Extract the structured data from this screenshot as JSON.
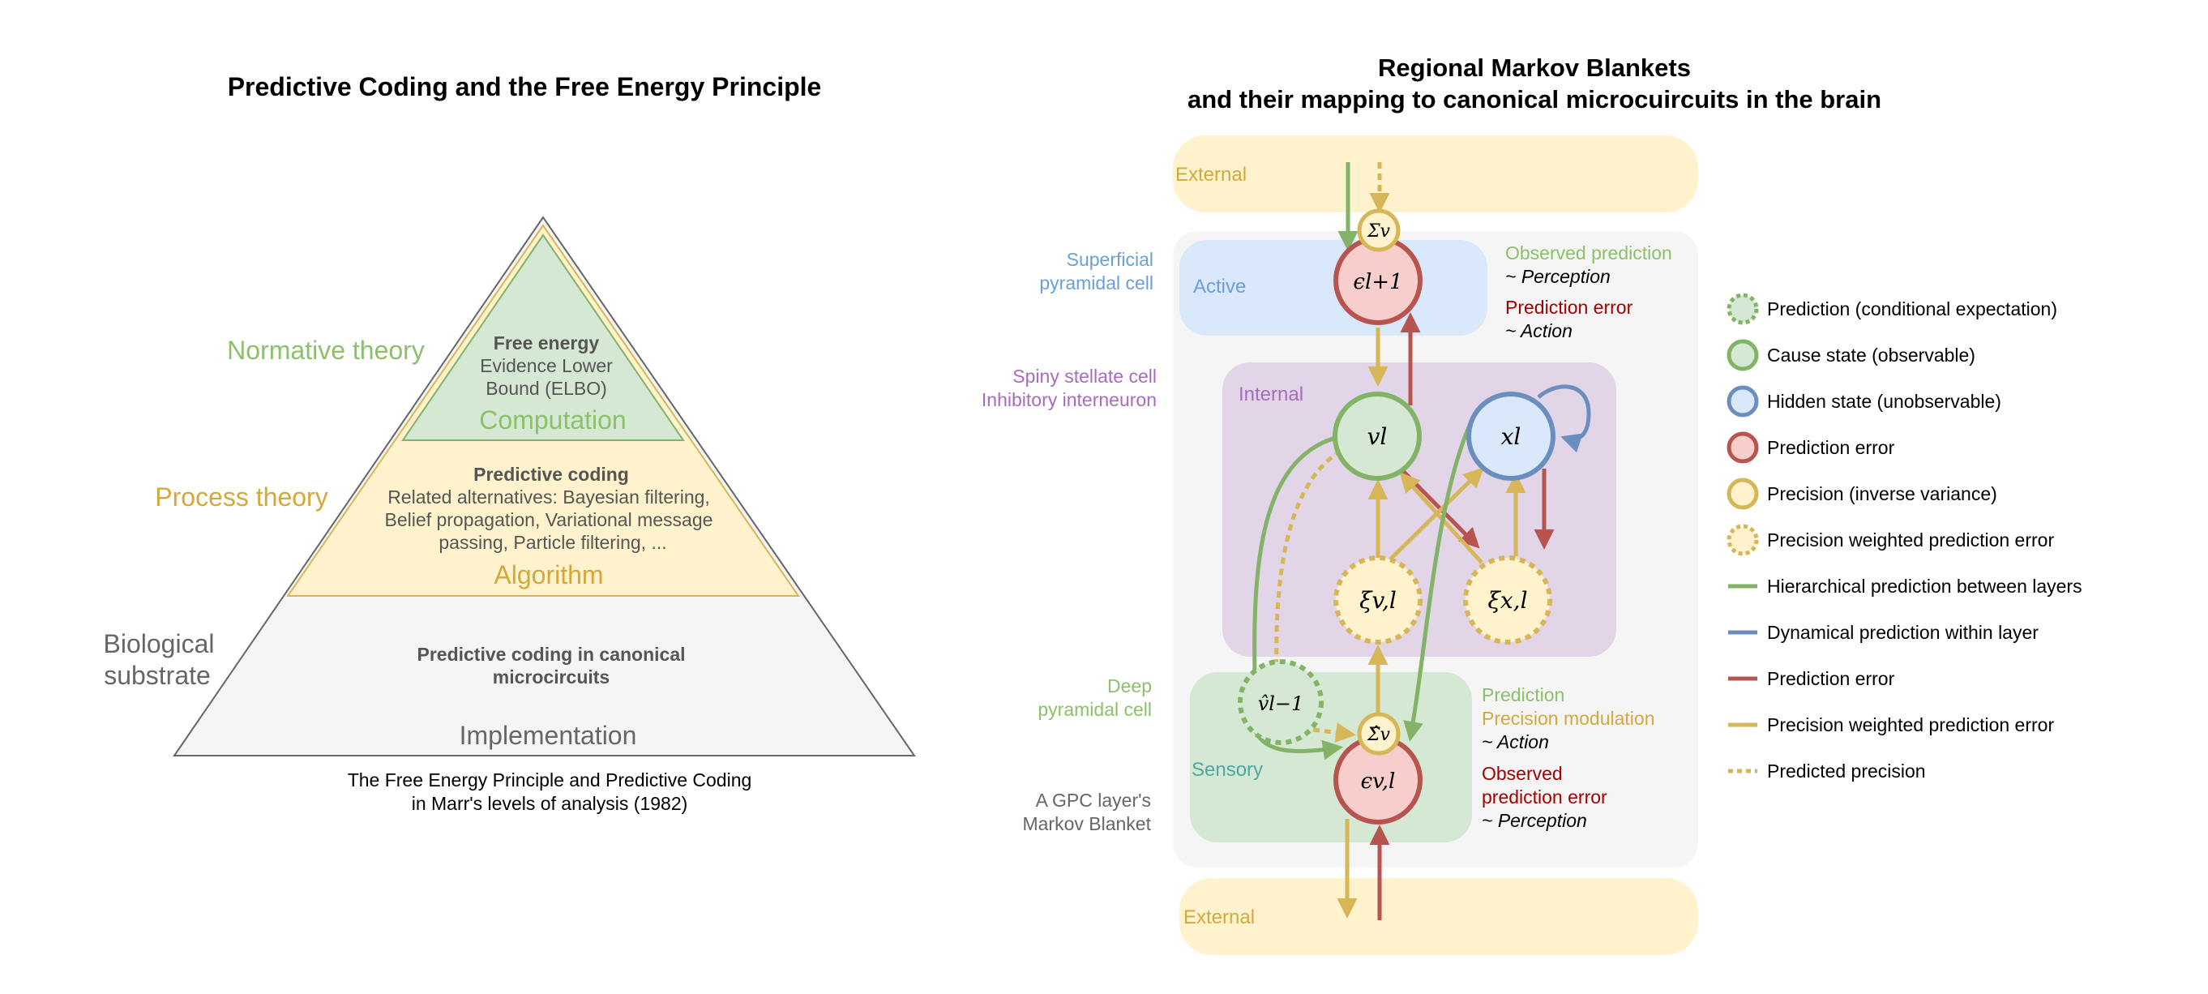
{
  "left": {
    "title": "Predictive Coding and the Free Energy Principle",
    "levels": {
      "normative": "Normative theory",
      "process": "Process theory",
      "substrate_line1": "Biological",
      "substrate_line2": "substrate"
    },
    "top_tier": {
      "bold": "Free energy",
      "line1": "Evidence Lower",
      "line2": "Bound (ELBO)",
      "label": "Computation"
    },
    "mid_tier": {
      "bold": "Predictive coding",
      "line1": "Related alternatives: Bayesian filtering,",
      "line2": "Belief propagation, Variational message",
      "line3": "passing, Particle filtering, ...",
      "label": "Algorithm"
    },
    "bottom_tier": {
      "bold1": "Predictive coding in canonical",
      "bold2": "microcircuits",
      "label": "Implementation"
    },
    "caption1": "The Free Energy Principle and Predictive Coding",
    "caption2": "in Marr's levels of analysis (1982)"
  },
  "right": {
    "title1": "Regional Markov Blankets",
    "title2": "and their mapping to canonical microcuircuits in the brain",
    "regions": {
      "external": "External",
      "active": "Active",
      "internal": "Internal",
      "sensory": "Sensory"
    },
    "cell_labels": {
      "superficial1": "Superficial",
      "superficial2": "pyramidal cell",
      "spiny1": "Spiny stellate cell",
      "spiny2": "Inhibitory interneuron",
      "deep1": "Deep",
      "deep2": "pyramidal cell",
      "gpc1": "A GPC layer's",
      "gpc2": "Markov Blanket"
    },
    "annotations": {
      "obs_pred": "Observed prediction",
      "perception": "~ Perception",
      "pred_err": "Prediction error",
      "action": "~ Action",
      "prediction": "Prediction",
      "prec_mod": "Precision modulation",
      "action2": "~ Action",
      "obs_err1": "Observed",
      "obs_err2": "prediction error",
      "perception2": "~ Perception"
    },
    "nodes": {
      "sigma_v": "Σv",
      "eps_l1": "ϵl+1",
      "v_l": "vl",
      "x_l": "xl",
      "xi_v": "ξv,l",
      "xi_x": "ξx,l",
      "vhat": "v̂l−1",
      "sigmahat": "Σ̂v",
      "eps_v": "ϵv,l"
    }
  },
  "legend": [
    {
      "label": "Prediction (conditional expectation)",
      "kind": "circle",
      "color": "#82b366",
      "fill": "#d5e8d4",
      "dashed": true
    },
    {
      "label": "Cause state (observable)",
      "kind": "circle",
      "color": "#82b366",
      "fill": "#d5e8d4",
      "dashed": false
    },
    {
      "label": "Hidden state (unobservable)",
      "kind": "circle",
      "color": "#6c8ebf",
      "fill": "#dae8fc",
      "dashed": false
    },
    {
      "label": "Prediction error",
      "kind": "circle",
      "color": "#b85450",
      "fill": "#f8cecc",
      "dashed": false
    },
    {
      "label": "Precision (inverse variance)",
      "kind": "circle",
      "color": "#d6b656",
      "fill": "#fff2cc",
      "dashed": false
    },
    {
      "label": "Precision weighted prediction error",
      "kind": "circle",
      "color": "#d6b656",
      "fill": "#fff2cc",
      "dashed": true
    },
    {
      "label": "Hierarchical prediction between layers",
      "kind": "line",
      "color": "#82b366",
      "dashed": false
    },
    {
      "label": "Dynamical prediction within layer",
      "kind": "line",
      "color": "#6c8ebf",
      "dashed": false
    },
    {
      "label": "Prediction error",
      "kind": "line",
      "color": "#b85450",
      "dashed": false
    },
    {
      "label": "Precision weighted prediction error",
      "kind": "line",
      "color": "#d6b656",
      "dashed": false
    },
    {
      "label": "Predicted precision",
      "kind": "line",
      "color": "#d6b656",
      "dashed": true
    }
  ],
  "colors": {
    "green": "#82b366",
    "green_text": "#8cc06a",
    "yellow": "#d6b656",
    "yellow_text": "#d4a83a",
    "blue": "#6c8ebf",
    "blue_text": "#6a9fd8",
    "red": "#b85450",
    "red_text": "#a50000",
    "purple_text": "#a96bbb",
    "gray_text": "#666666"
  }
}
